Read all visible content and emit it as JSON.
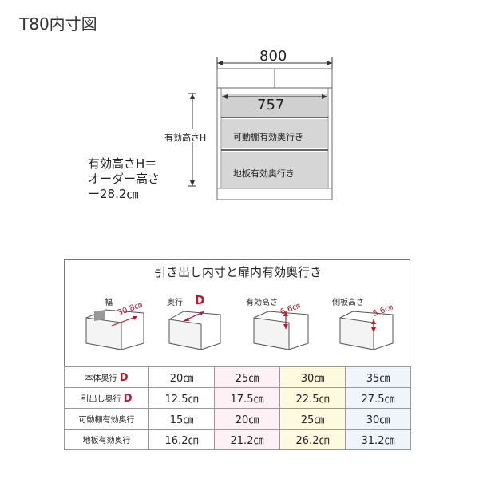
{
  "title": "T80内寸図",
  "diagram": {
    "outer_width": "800",
    "inner_width": "757",
    "height_label": "有効高さH",
    "shelf_label": "可動棚有効奥行き",
    "floor_label": "地板有効奥行き",
    "note_lines": [
      "有効高さH＝",
      "オーダー高さ",
      "ー28.2㎝"
    ]
  },
  "drawer_table": {
    "title": "引き出し内寸と扉内有効奥行き",
    "illustrations": [
      {
        "label": "幅",
        "value": "30.8㎝",
        "icon": "drawer-width-icon"
      },
      {
        "label": "奥行",
        "value": "D",
        "icon": "drawer-depth-icon"
      },
      {
        "label": "有効高さ",
        "value": "6.6㎝",
        "icon": "drawer-height-icon"
      },
      {
        "label": "側板高さ",
        "value": "5.6㎝",
        "icon": "drawer-side-height-icon"
      }
    ],
    "rows": [
      {
        "label": "本体奥行",
        "mark": "D",
        "cells": [
          "20㎝",
          "25㎝",
          "30㎝",
          "35㎝"
        ]
      },
      {
        "label": "引出し奥行",
        "mark": "D",
        "cells": [
          "12.5㎝",
          "17.5㎝",
          "22.5㎝",
          "27.5㎝"
        ]
      },
      {
        "label": "可動棚有効奥行",
        "mark": "",
        "cells": [
          "15㎝",
          "20㎝",
          "25㎝",
          "30㎝"
        ]
      },
      {
        "label": "地板有効奥行",
        "mark": "",
        "cells": [
          "16.2㎝",
          "21.2㎝",
          "26.2㎝",
          "31.2㎝"
        ]
      }
    ],
    "colors": {
      "col1": "#ffffff",
      "col2": "#fdf1f6",
      "col3": "#fefadf",
      "col4": "#eef5fb",
      "accent": "#c0142a"
    }
  }
}
